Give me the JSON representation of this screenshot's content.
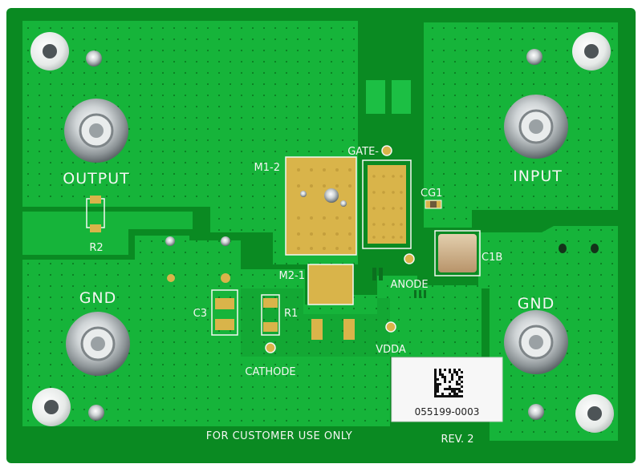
{
  "board": {
    "labels": {
      "output": "OUTPUT",
      "input": "INPUT",
      "gnd_left": "GND",
      "gnd_right": "GND",
      "r2": "R2",
      "m1_2": "M1-2",
      "gate": "GATE-",
      "cg1": "CG1",
      "c1b": "C1B",
      "m2_1": "M2-1",
      "anode": "ANODE",
      "c3": "C3",
      "r1": "R1",
      "vdda": "VDDA",
      "cathode": "CATHODE",
      "footer": "FOR CUSTOMER USE ONLY",
      "rev": "REV. 2"
    },
    "serial_label": {
      "number": "055199-0003"
    },
    "colors": {
      "board_edge": "#0a8a22",
      "copper_pour": "#16b43a",
      "trace_gap": "#0e9a2c",
      "gold_pad": "#d9b44a",
      "silkscreen": "#f4f6f2",
      "hardware": "#c8cccf"
    }
  }
}
